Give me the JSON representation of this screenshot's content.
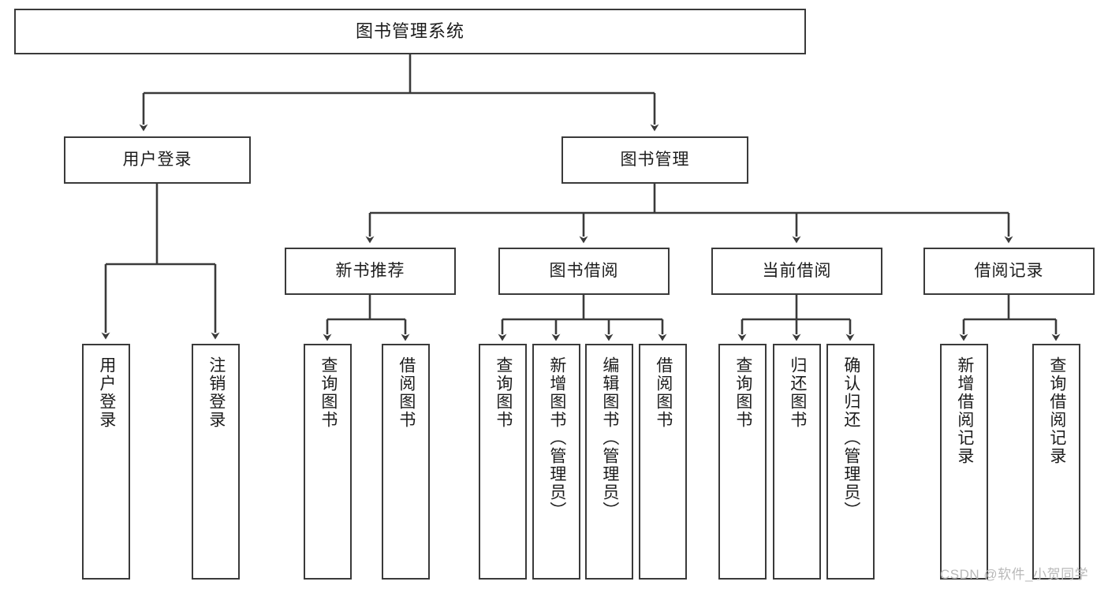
{
  "diagram": {
    "title": "图书管理系统",
    "type": "tree-hierarchy",
    "stroke_color": "#3a3a3a",
    "fill_color": "#ffffff",
    "text_color": "#1c1c1c"
  },
  "root": {
    "label": "图书管理系统"
  },
  "level1": [
    {
      "label": "用户登录"
    },
    {
      "label": "图书管理"
    }
  ],
  "level2": [
    {
      "label": "新书推荐"
    },
    {
      "label": "图书借阅"
    },
    {
      "label": "当前借阅"
    },
    {
      "label": "借阅记录"
    }
  ],
  "leaves": {
    "user_login": [
      {
        "label": "用户登录"
      },
      {
        "label": "注销登录"
      }
    ],
    "new_book_recommend": [
      {
        "label": "查询图书"
      },
      {
        "label": "借阅图书"
      }
    ],
    "book_borrow": [
      {
        "label": "查询图书"
      },
      {
        "label": "新增图书（管理员）"
      },
      {
        "label": "编辑图书（管理员）"
      },
      {
        "label": "借阅图书"
      }
    ],
    "current_borrow": [
      {
        "label": "查询图书"
      },
      {
        "label": "归还图书"
      },
      {
        "label": "确认归还（管理员）"
      }
    ],
    "borrow_record": [
      {
        "label": "新增借阅记录"
      },
      {
        "label": "查询借阅记录"
      }
    ]
  },
  "watermark": {
    "text": "CSDN @软件_小贺同学"
  }
}
